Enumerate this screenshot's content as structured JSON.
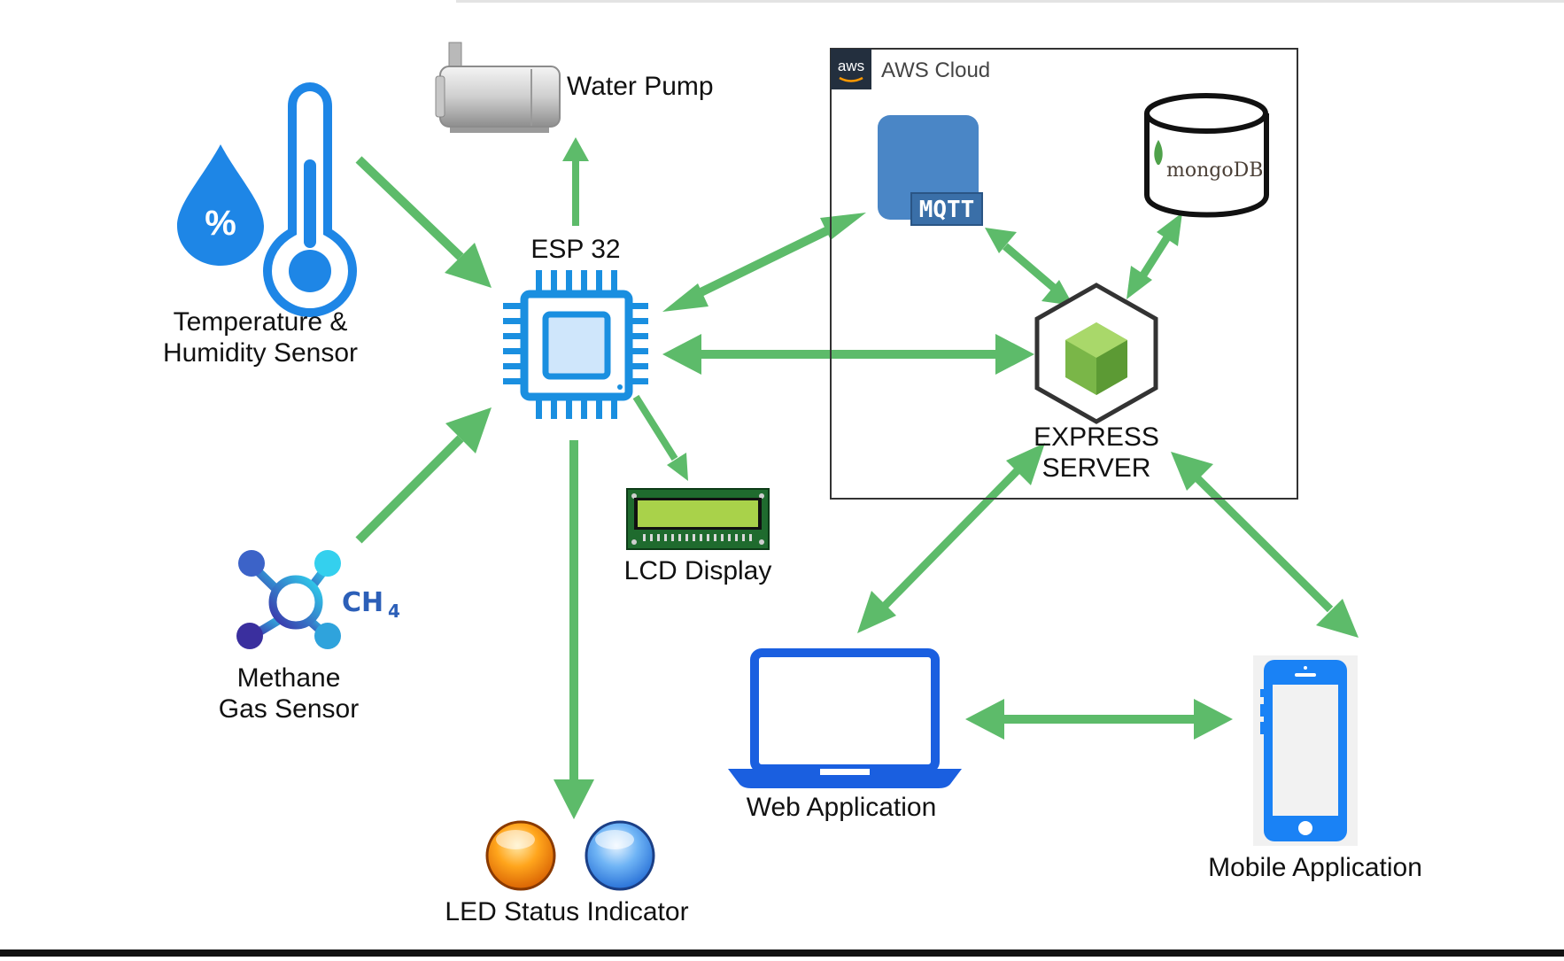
{
  "diagram": {
    "labels": {
      "water_pump": "Water Pump",
      "esp32": "ESP 32",
      "temp_line1": "Temperature &",
      "temp_line2": "Humidity Sensor",
      "methane_line1": "Methane",
      "methane_line2": "Gas Sensor",
      "ch4": "CH",
      "ch4_sub": "4",
      "lcd": "LCD Display",
      "led": "LED Status Indicator",
      "aws_badge": "aws",
      "aws_cloud": "AWS Cloud",
      "mqtt": "MQTT",
      "mongodb": "mongoDB",
      "express_line1": "EXPRESS",
      "express_line2": "SERVER",
      "web_app": "Web Application",
      "mobile_app": "Mobile Application",
      "humidity_symbol": "%"
    },
    "colors": {
      "arrow": "#5dbb6a",
      "chip": "#1a8fe0",
      "drop": "#1e86e6",
      "laptop": "#1a5fe0",
      "phone": "#1a82f5",
      "mqtt": "#4a86c6",
      "node_green": "#7ab648",
      "led_orange": "#f58a00",
      "led_blue": "#3a8fe8"
    }
  }
}
